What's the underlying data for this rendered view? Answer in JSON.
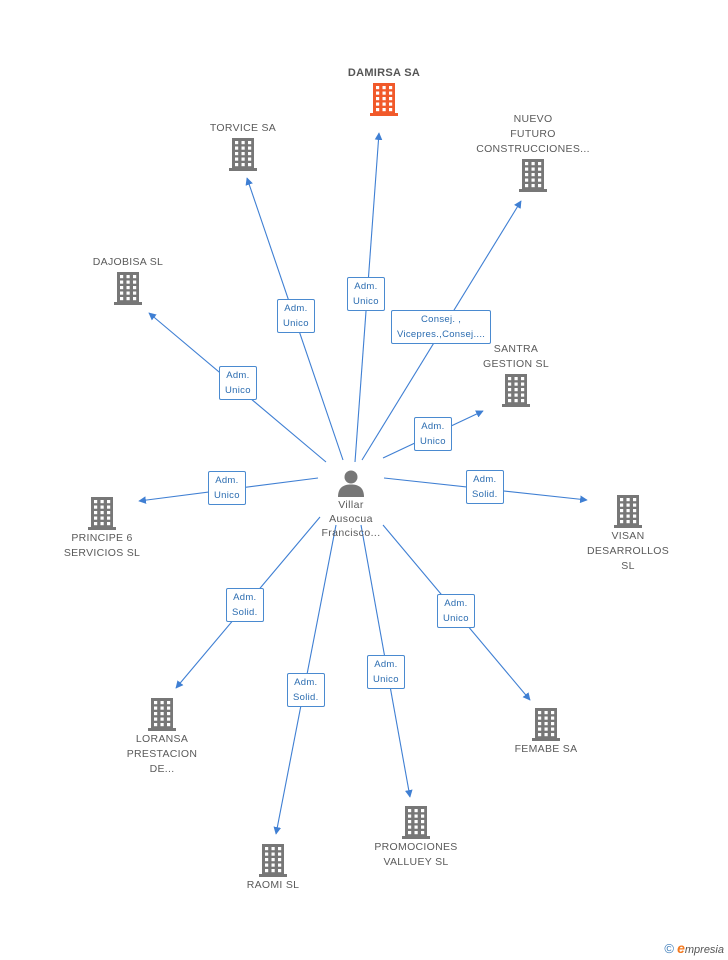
{
  "colors": {
    "edge": "#3f7fd3",
    "building": "#777777",
    "main_building": "#f1592a",
    "person": "#777777"
  },
  "person": {
    "name": "Villar\nAusocua\nFrancisco..."
  },
  "companies": [
    {
      "id": "damirsa",
      "name": "DAMIRSA SA",
      "main": true
    },
    {
      "id": "torvice",
      "name": "TORVICE SA"
    },
    {
      "id": "nuevo",
      "name": "NUEVO\nFUTURO\nCONSTRUCCIONES..."
    },
    {
      "id": "dajobisa",
      "name": "DAJOBISA SL"
    },
    {
      "id": "santra",
      "name": "SANTRA\nGESTION SL"
    },
    {
      "id": "principe",
      "name": "PRINCIPE 6\nSERVICIOS SL"
    },
    {
      "id": "visan",
      "name": "VISAN\nDESARROLLOS\nSL"
    },
    {
      "id": "loransa",
      "name": "LORANSA\nPRESTACION\nDE..."
    },
    {
      "id": "femabe",
      "name": "FEMABE SA"
    },
    {
      "id": "raomi",
      "name": "RAOMI SL"
    },
    {
      "id": "promociones",
      "name": "PROMOCIONES\nVALLUEY SL"
    }
  ],
  "edges": [
    {
      "to": "damirsa",
      "label": "Adm.\nUnico"
    },
    {
      "to": "torvice",
      "label": "Adm.\nUnico"
    },
    {
      "to": "nuevo",
      "label": "Consej. ,\nVicepres.,Consej...."
    },
    {
      "to": "dajobisa",
      "label": "Adm.\nUnico"
    },
    {
      "to": "santra",
      "label": "Adm.\nUnico"
    },
    {
      "to": "principe",
      "label": "Adm.\nUnico"
    },
    {
      "to": "visan",
      "label": "Adm.\nSolid."
    },
    {
      "to": "loransa",
      "label": "Adm.\nSolid."
    },
    {
      "to": "femabe",
      "label": "Adm.\nUnico"
    },
    {
      "to": "raomi",
      "label": "Adm.\nSolid."
    },
    {
      "to": "promociones",
      "label": "Adm.\nUnico"
    }
  ],
  "footer": {
    "copyright": "©",
    "brand_e": "e",
    "brand_rest": "mpresia"
  }
}
